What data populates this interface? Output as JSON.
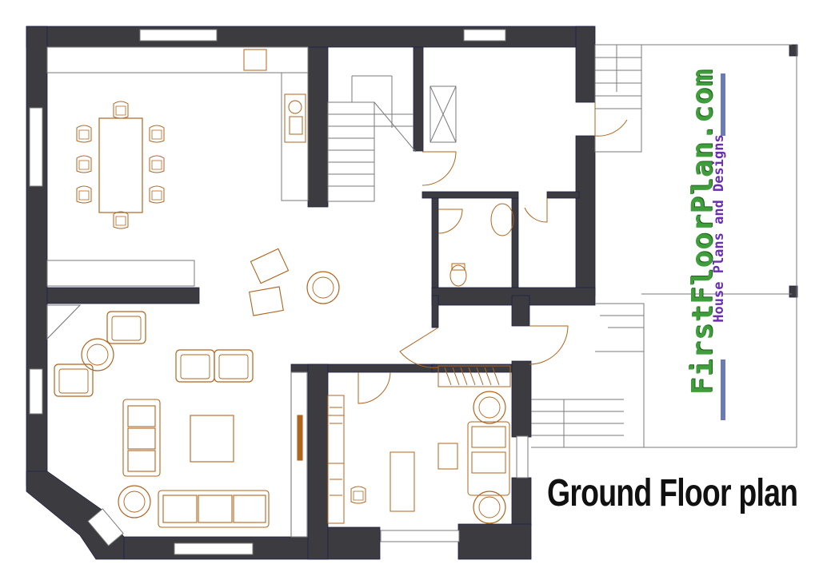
{
  "title": "Ground Floor plan",
  "brand": {
    "name": "FirstFloorPlan.com",
    "tagline": "House Plans and Designs"
  },
  "colors": {
    "wall": "#3b3b40",
    "furniture": "#b0651f",
    "fixture_line": "#7a7a7a",
    "brand_green": "#3f9e3b",
    "brand_purple": "#6a2fb0",
    "accent_bar": "#6a7bb8"
  }
}
